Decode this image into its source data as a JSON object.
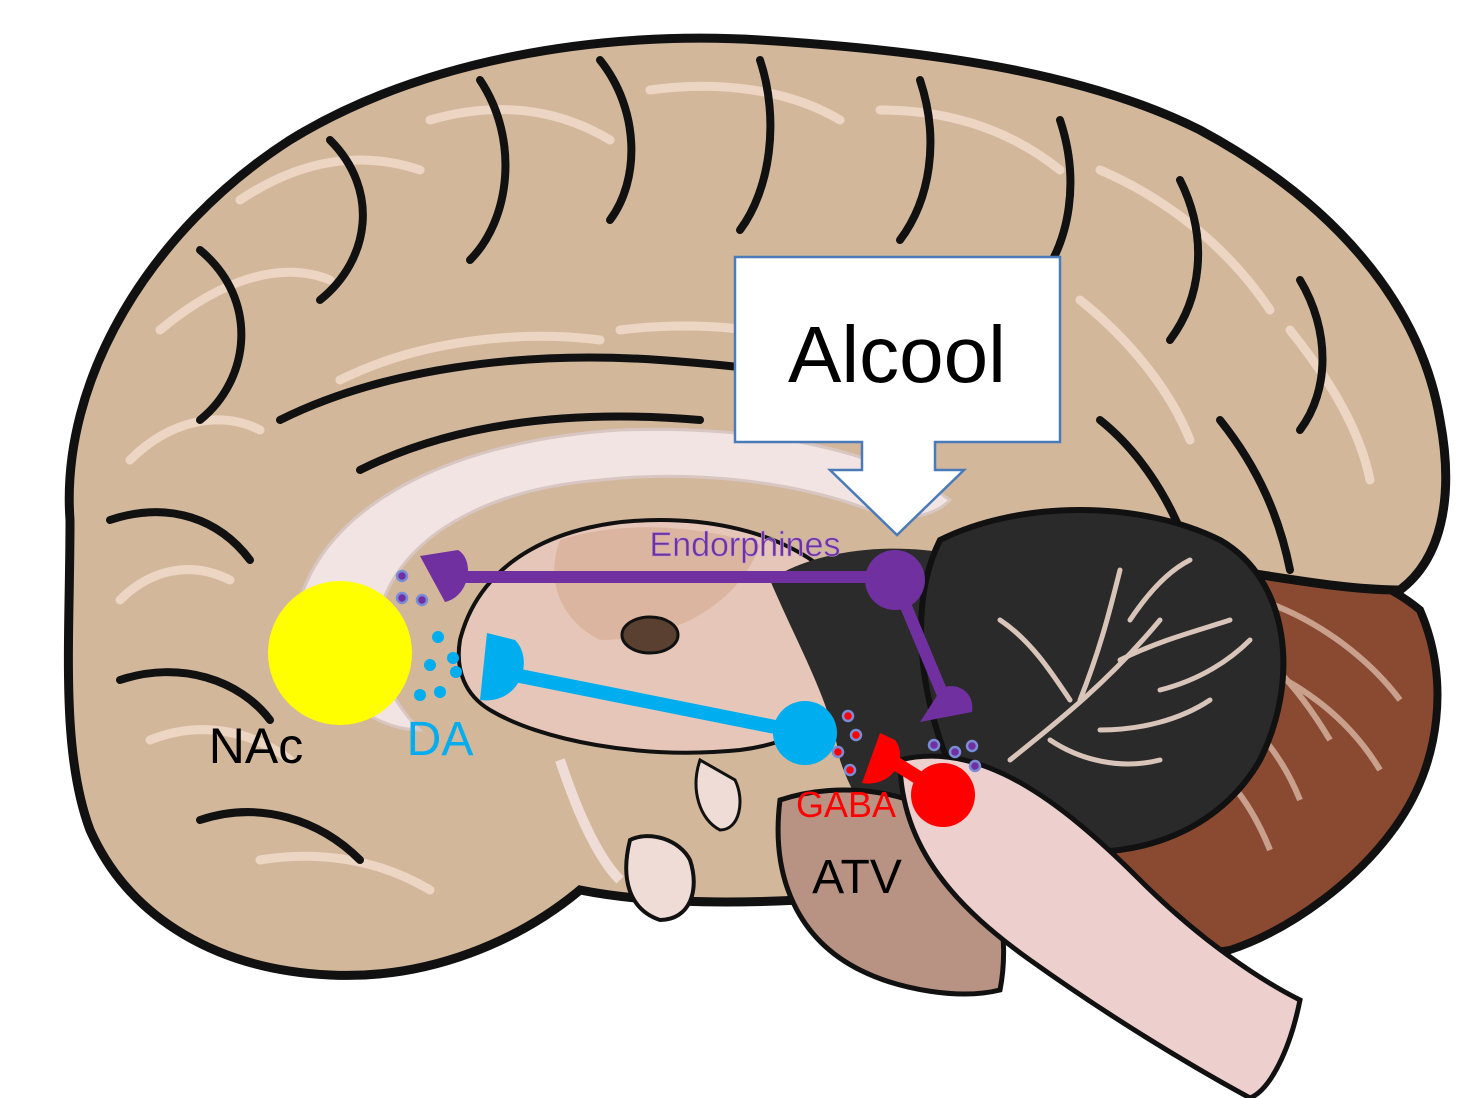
{
  "callout": {
    "text": "Alcool"
  },
  "labels": {
    "nac": "NAc",
    "da": "DA",
    "gaba": "GABA",
    "atv": "ATV",
    "endorphines": "Endorphines"
  },
  "colors": {
    "brain_fill": "#d2b79b",
    "brain_outline": "#111111",
    "gyri_highlight": "#ecd5c3",
    "corpus_callosum": "#f2e4e2",
    "deep_structures": "#e6c6b8",
    "dark_area": "#2b2b2b",
    "cerebellum_dark": "#2a2a2a",
    "cerebellum_branches": "#d9c4b9",
    "brainstem": "#b89283",
    "brainstem_light": "#edd0cd",
    "cerebellum_outer": "#8a4a32",
    "nac_color": "#ffff00",
    "dopamine_color": "#00adef",
    "endorphin_color": "#7030a0",
    "gaba_color": "#ff0000",
    "callout_border": "#4a7ab8"
  }
}
